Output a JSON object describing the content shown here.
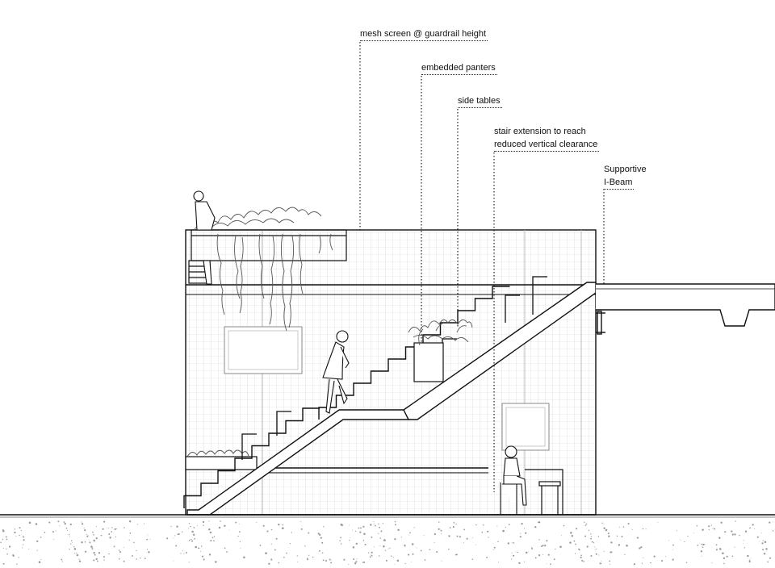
{
  "annotations": {
    "mesh_screen": "mesh screen @ guardrail height",
    "embedded_planters": "embedded panters",
    "side_tables": "side tables",
    "stair_extension_line1": "stair extension to reach",
    "stair_extension_line2": "reduced vertical clearance",
    "ibeam_line1": "Supportive",
    "ibeam_line2": "I-Beam"
  },
  "colors": {
    "ink": "#111111",
    "grid": "#c8c8c8",
    "plant": "#444444",
    "ground_speckle": "#9a9a9a"
  }
}
